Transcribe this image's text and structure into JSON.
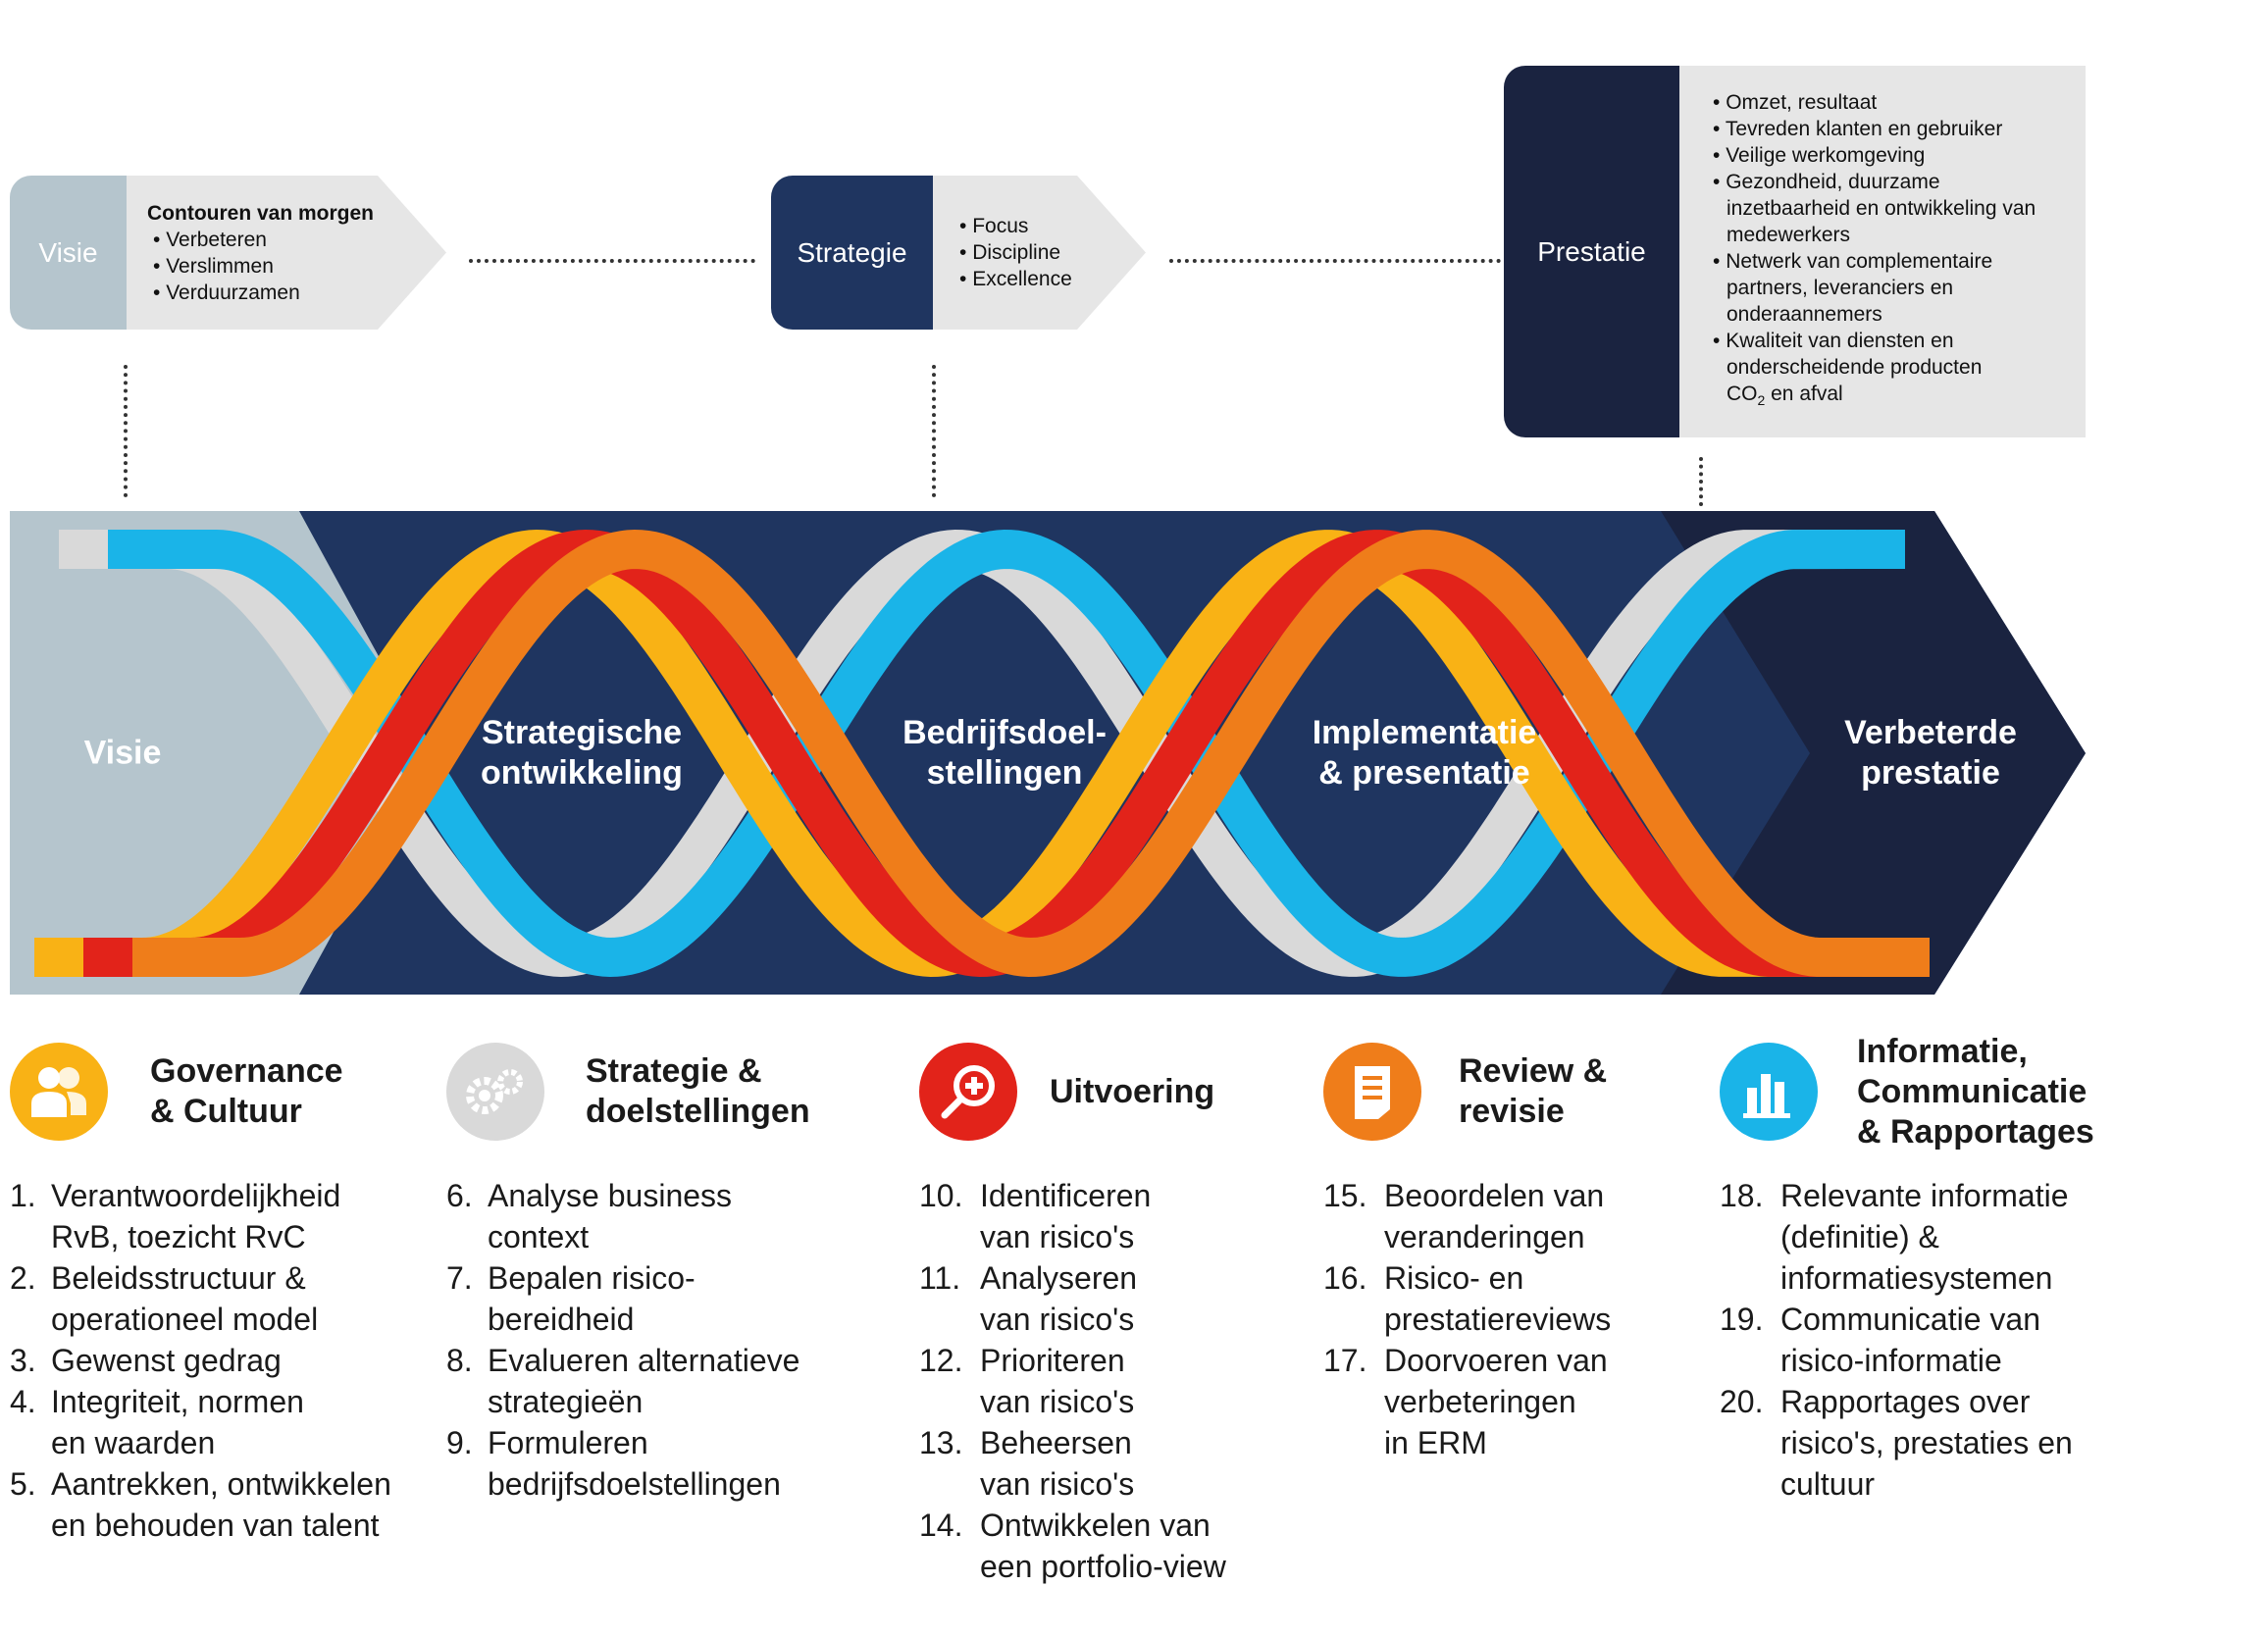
{
  "top": {
    "visie": {
      "label": "Visie",
      "title": "Contouren van morgen",
      "bullets": [
        "Verbeteren",
        "Verslimmen",
        "Verduurzamen"
      ]
    },
    "strategie": {
      "label": "Strategie",
      "bullets": [
        "Focus",
        "Discipline",
        "Excellence"
      ]
    },
    "prestatie": {
      "label": "Prestatie",
      "bullets": [
        "Omzet, resultaat",
        "Tevreden klanten en gebruiker",
        "Veilige werkomgeving",
        "Gezondheid, duurzame inzetbaarheid en ontwikkeling van medewerkers",
        "Netwerk van complementaire partners, leveranciers en onderaannemers",
        "Kwaliteit van diensten en onderscheidende producten"
      ],
      "last_line_prefix": "CO",
      "last_line_sub": "2",
      "last_line_suffix": " en afval"
    }
  },
  "band": {
    "labels": [
      "Visie",
      "Strategische ontwikkeling",
      "Bedrijfsdoel- stellingen",
      "Implementatie & presentatie",
      "Verbeterde prestatie"
    ],
    "colors": {
      "visie": "#b5c5cd",
      "navy": "#1f3560",
      "dark": "#1a2340",
      "yellow": "#f9b215",
      "red": "#e2231a",
      "orange": "#ef7d1a",
      "gray": "#d9d9d9",
      "blue": "#1ab4e8"
    }
  },
  "columns": [
    {
      "heading": "Governance\n& Cultuur",
      "icon": "people-icon",
      "color": "#f9b215",
      "items": [
        [
          "1.",
          "Verantwoordelijkheid\nRvB, toezicht RvC"
        ],
        [
          "2.",
          "Beleidsstructuur &\noperationeel model"
        ],
        [
          "3.",
          "Gewenst gedrag"
        ],
        [
          "4.",
          "Integriteit, normen\nen waarden"
        ],
        [
          "5.",
          "Aantrekken, ontwikkelen\nen behouden van talent"
        ]
      ]
    },
    {
      "heading": "Strategie &\ndoelstellingen",
      "icon": "gears-icon",
      "color": "#d9d9d9",
      "items": [
        [
          "6.",
          "Analyse business\ncontext"
        ],
        [
          "7.",
          "Bepalen risico-\nbereidheid"
        ],
        [
          "8.",
          "Evalueren alternatieve\nstrategieën"
        ],
        [
          "9.",
          "Formuleren\nbedrijfsdoelstellingen"
        ]
      ]
    },
    {
      "heading": "Uitvoering",
      "icon": "magnifier-plus-icon",
      "color": "#e2231a",
      "items": [
        [
          "10.",
          "Identificeren\nvan risico's"
        ],
        [
          "11.",
          "Analyseren\nvan risico's"
        ],
        [
          "12.",
          "Prioriteren\nvan risico's"
        ],
        [
          "13.",
          "Beheersen\nvan risico's"
        ],
        [
          "14.",
          "Ontwikkelen van\neen portfolio-view"
        ]
      ]
    },
    {
      "heading": "Review &\nrevisie",
      "icon": "document-icon",
      "color": "#ef7d1a",
      "items": [
        [
          "15.",
          "Beoordelen van\nveranderingen"
        ],
        [
          "16.",
          "Risico- en\nprestatiereviews"
        ],
        [
          "17.",
          "Doorvoeren van\nverbeteringen\nin ERM"
        ]
      ]
    },
    {
      "heading": "Informatie,\nCommunicatie\n& Rapportages",
      "icon": "bar-chart-icon",
      "color": "#1ab4e8",
      "items": [
        [
          "18.",
          "Relevante informatie\n(definitie) &\ninformatiesystemen"
        ],
        [
          "19.",
          "Communicatie van\nrisico-informatie"
        ],
        [
          "20.",
          "Rapportages over\nrisico's, prestaties en\ncultuur"
        ]
      ]
    }
  ]
}
